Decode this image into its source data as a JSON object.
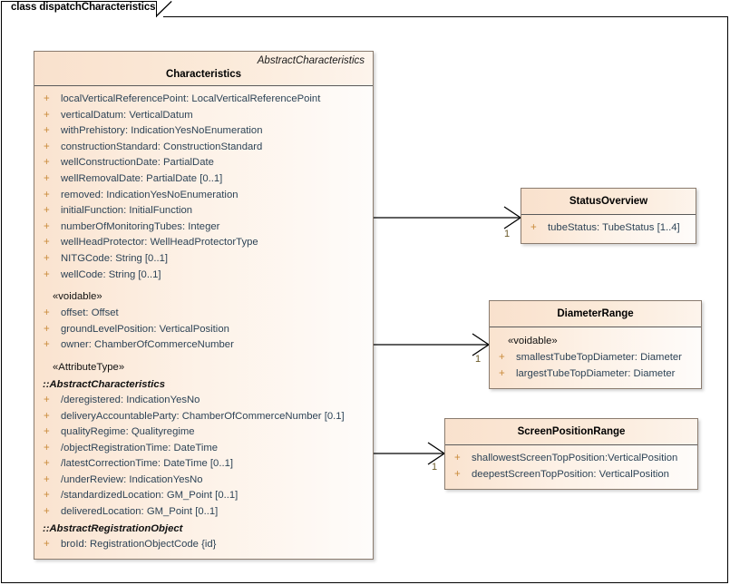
{
  "diagram": {
    "tab_label": "class dispatchCharacteristics",
    "colors": {
      "header_fill": "#f9e1cd",
      "body_fill_left": "#fae3cf",
      "body_fill_right": "#fefcfa",
      "border": "#8a7b6e",
      "attribute_text": "#2d4356",
      "visibility_plus": "#c98b3a",
      "multiplicity_text": "#6b5a2a",
      "frame_border": "#000000"
    }
  },
  "main_class": {
    "stereotype": "AbstractCharacteristics",
    "name": "Characteristics",
    "sections": [
      {
        "kind": "attributes",
        "rows": [
          {
            "visibility": "+",
            "text": "localVerticalReferencePoint: LocalVerticalReferencePoint"
          },
          {
            "visibility": "+",
            "text": "verticalDatum: VerticalDatum"
          },
          {
            "visibility": "+",
            "text": "withPrehistory: IndicationYesNoEnumeration"
          },
          {
            "visibility": "+",
            "text": "constructionStandard: ConstructionStandard"
          },
          {
            "visibility": "+",
            "text": "wellConstructionDate: PartialDate"
          },
          {
            "visibility": "+",
            "text": "wellRemovalDate: PartialDate [0..1]"
          },
          {
            "visibility": "+",
            "text": "removed: IndicationYesNoEnumeration"
          },
          {
            "visibility": "+",
            "text": "initialFunction: InitialFunction"
          },
          {
            "visibility": "+",
            "text": "numberOfMonitoringTubes: Integer"
          },
          {
            "visibility": "+",
            "text": "wellHeadProtector: WellHeadProtectorType"
          },
          {
            "visibility": "+",
            "text": "NITGCode: String [0..1]"
          },
          {
            "visibility": "+",
            "text": "wellCode: String [0..1]"
          }
        ]
      },
      {
        "kind": "stereotype-group",
        "label": "«voidable»",
        "rows": [
          {
            "visibility": "+",
            "text": "offset: Offset"
          },
          {
            "visibility": "+",
            "text": "groundLevelPosition: VerticalPosition"
          },
          {
            "visibility": "+",
            "text": "owner: ChamberOfCommerceNumber"
          }
        ]
      },
      {
        "kind": "stereotype-group",
        "label": "«AttributeType»",
        "rows": []
      },
      {
        "kind": "inherited-group",
        "label": "::AbstractCharacteristics",
        "rows": [
          {
            "visibility": "+",
            "text": "/deregistered: IndicationYesNo"
          },
          {
            "visibility": "+",
            "text": "deliveryAccountableParty: ChamberOfCommerceNumber [0.1]"
          },
          {
            "visibility": "+",
            "text": "qualityRegime: Qualityregime"
          },
          {
            "visibility": "+",
            "text": "/objectRegistrationTime: DateTime"
          },
          {
            "visibility": "+",
            "text": "/latestCorrectionTime: DateTime [0..1]"
          },
          {
            "visibility": "+",
            "text": "/underReview: IndicationYesNo"
          },
          {
            "visibility": "+",
            "text": "/standardizedLocation: GM_Point [0..1]"
          },
          {
            "visibility": "+",
            "text": "deliveredLocation: GM_Point [0..1]"
          }
        ]
      },
      {
        "kind": "inherited-group",
        "label": "::AbstractRegistrationObject",
        "rows": [
          {
            "visibility": "+",
            "text": "broId: RegistrationObjectCode {id}"
          }
        ]
      }
    ]
  },
  "related_classes": [
    {
      "id": "status-overview",
      "name": "StatusOverview",
      "stereotype_row": null,
      "rows": [
        {
          "visibility": "+",
          "text": "tubeStatus: TubeStatus [1..4]"
        }
      ],
      "multiplicity": "1"
    },
    {
      "id": "diameter-range",
      "name": "DiameterRange",
      "stereotype_row": "«voidable»",
      "rows": [
        {
          "visibility": "+",
          "text": "smallestTubeTopDiameter: Diameter"
        },
        {
          "visibility": "+",
          "text": "largestTubeTopDiameter: Diameter"
        }
      ],
      "multiplicity": "1"
    },
    {
      "id": "screen-position-range",
      "name": "ScreenPositionRange",
      "stereotype_row": null,
      "rows": [
        {
          "visibility": "+",
          "text": "shallowestScreenTopPosition:VerticalPosition"
        },
        {
          "visibility": "+",
          "text": "deepestScreenTopPosition: VerticalPosition"
        }
      ],
      "multiplicity": "1"
    }
  ]
}
